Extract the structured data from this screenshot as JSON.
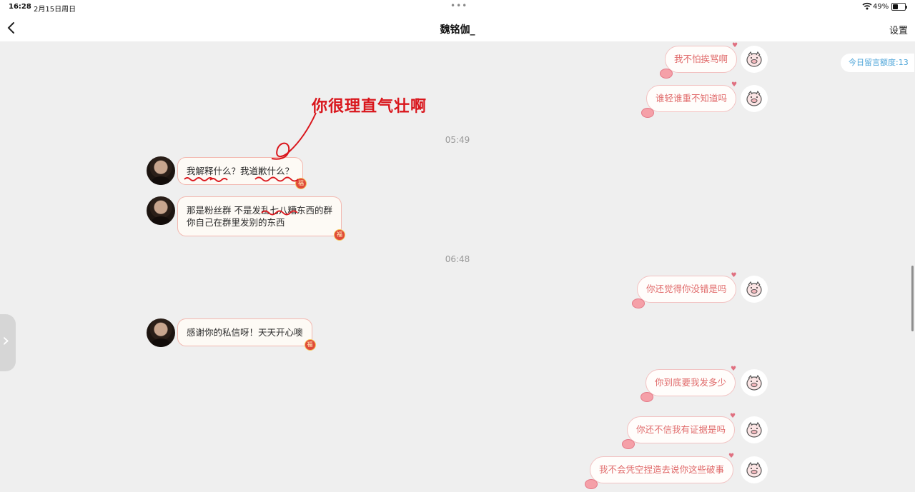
{
  "status_bar": {
    "time": "16:28",
    "date": "2月15日周日",
    "battery": "49%"
  },
  "nav": {
    "title": "魏铭伽_",
    "settings_label": "设置"
  },
  "quota_label": "今日留言额度:13",
  "annotation_text": "你很理直气壮啊",
  "timestamps": [
    "05:49",
    "06:48"
  ],
  "messages": [
    {
      "side": "right",
      "text": "我不怕挨骂啊"
    },
    {
      "side": "right",
      "text": "谁轻谁重不知道吗"
    },
    {
      "side": "left",
      "text": "我解释什么？我道歉什么？"
    },
    {
      "side": "left",
      "text": "那是粉丝群 不是发乱七八糟东西的群 你自己在群里发别的东西"
    },
    {
      "side": "right",
      "text": "你还觉得你没错是吗"
    },
    {
      "side": "left",
      "text": "感谢你的私信呀！天天开心噢"
    },
    {
      "side": "right",
      "text": "你到底要我发多少"
    },
    {
      "side": "right",
      "text": "你还不信我有证据是吗"
    },
    {
      "side": "right",
      "text": "我不会凭空捏造去说你这些破事"
    }
  ],
  "colors": {
    "annotation": "#d9161c",
    "quota_text": "#4aa3d8",
    "right_bubble_text": "#e06a6a"
  }
}
